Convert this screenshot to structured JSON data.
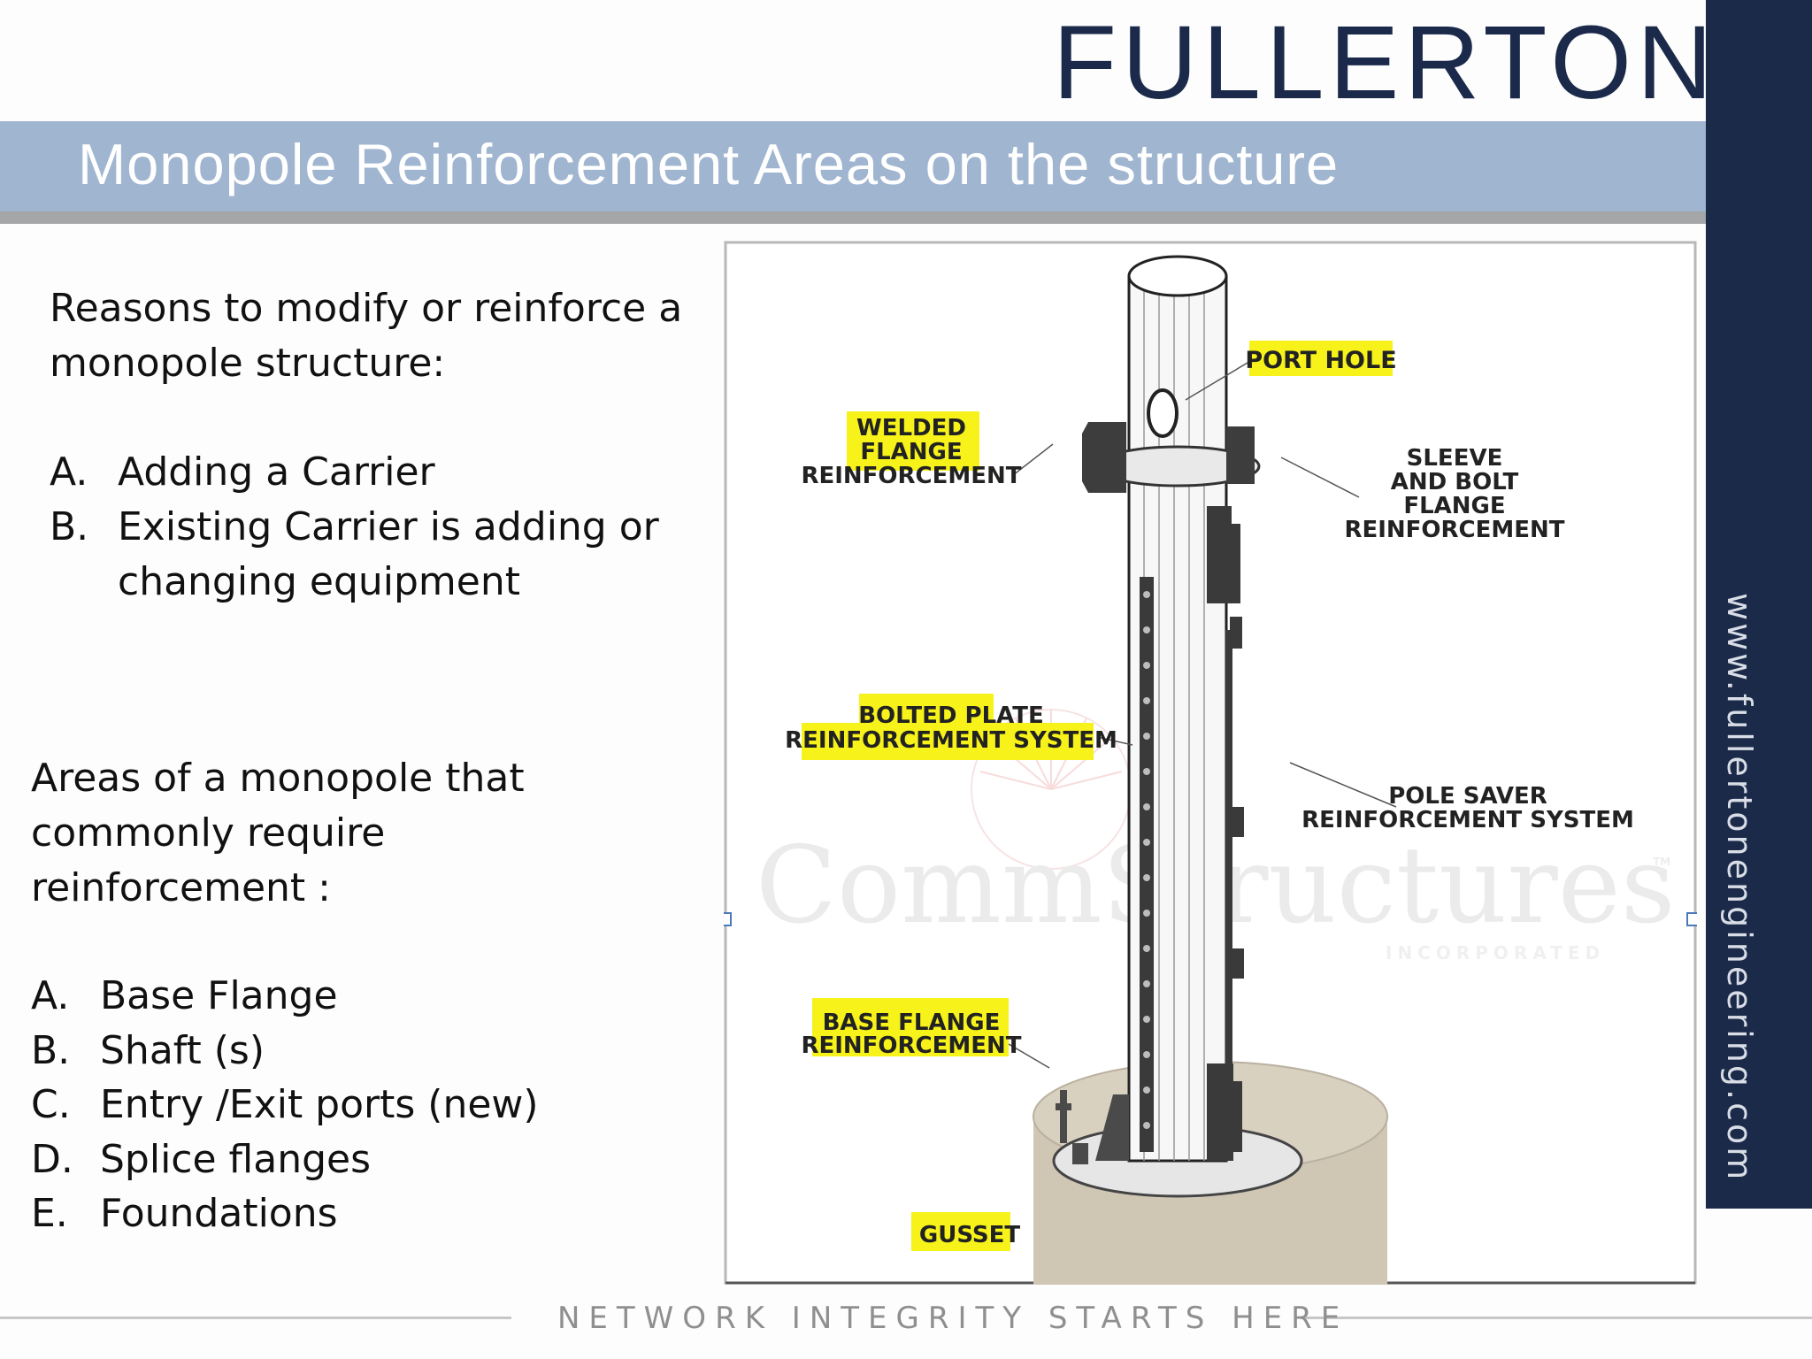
{
  "brand": {
    "name": "FULLERTON",
    "url": "www.fullertonengineering.com",
    "navy": "#1c2a4a",
    "band": "#a0b5d0"
  },
  "slide": {
    "title": "Monopole Reinforcement Areas on the structure",
    "reasons_intro": [
      "Reasons to modify or reinforce a",
      "monopole structure:"
    ],
    "reasons": [
      {
        "letter": "A.",
        "lines": [
          "Adding a Carrier"
        ]
      },
      {
        "letter": "B.",
        "lines": [
          "Existing Carrier is adding or",
          "changing equipment"
        ]
      }
    ],
    "areas_intro": [
      "Areas of a monopole that",
      "commonly require",
      "reinforcement :"
    ],
    "areas": [
      {
        "letter": "A.",
        "text": "Base Flange"
      },
      {
        "letter": "B.",
        "text": "Shaft (s)"
      },
      {
        "letter": "C.",
        "text": "Entry /Exit ports (new)"
      },
      {
        "letter": "D.",
        "text": "Splice flanges"
      },
      {
        "letter": "E.",
        "text": "Foundations"
      }
    ],
    "footer": "NETWORK INTEGRITY STARTS HERE"
  },
  "figure": {
    "labels": {
      "port_hole": "PORT HOLE",
      "welded_flange": [
        "WELDED",
        "FLANGE",
        "REINFORCEMENT"
      ],
      "sleeve_bolt": [
        "SLEEVE",
        "AND BOLT",
        "FLANGE",
        "REINFORCEMENT"
      ],
      "bolted_plate": [
        "BOLTED PLATE",
        "REINFORCEMENT SYSTEM"
      ],
      "pole_saver": [
        "POLE SAVER",
        "REINFORCEMENT SYSTEM"
      ],
      "base_flange": [
        "BASE FLANGE",
        "REINFORCEMENT"
      ],
      "gusset": "GUSSET"
    },
    "watermark": {
      "name": "CommStructures",
      "sub": "INCORPORATED",
      "tm": "TM"
    },
    "highlight_color": "#f6f21a"
  }
}
